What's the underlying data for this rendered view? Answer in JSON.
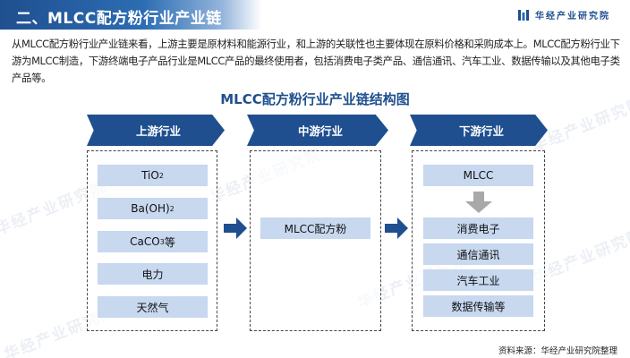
{
  "header": {
    "title": "二、MLCC配方粉行业产业链",
    "brand": "华经产业研究院"
  },
  "intro": "从MLCC配方粉行业产业链来看，上游主要是原材料和能源行业，和上游的关联性也主要体现在原料价格和采购成本上。MLCC配方粉行业下游为MLCC制造，下游终端电子产品行业是MLCC产品的最终使用者，包括消费电子类产品、通信通讯、汽车工业、数据传输以及其他电子类产品等。",
  "diagram": {
    "title": "MLCC配方粉行业产业链结构图",
    "stages": {
      "upstream": {
        "label": "上游行业",
        "items": {
          "tio2": {
            "base": "TiO",
            "sub": "2"
          },
          "baoh2": {
            "base": "Ba(OH)",
            "sub": "2"
          },
          "caco3": {
            "base": "CaCO",
            "sub": "3",
            "suffix": "等"
          },
          "power": "电力",
          "gas": "天然气"
        }
      },
      "midstream": {
        "label": "中游行业",
        "item": "MLCC配方粉"
      },
      "downstream": {
        "label": "下游行业",
        "top_item": "MLCC",
        "items": [
          "消费电子",
          "通信通讯",
          "汽车工业",
          "数据传输等"
        ]
      }
    },
    "colors": {
      "primary": "#1f4f8f",
      "item_fill": "#c7d8ef"
    }
  },
  "footer": "资料来源：华经产业研究院整理",
  "watermark": "华经产业研究院"
}
